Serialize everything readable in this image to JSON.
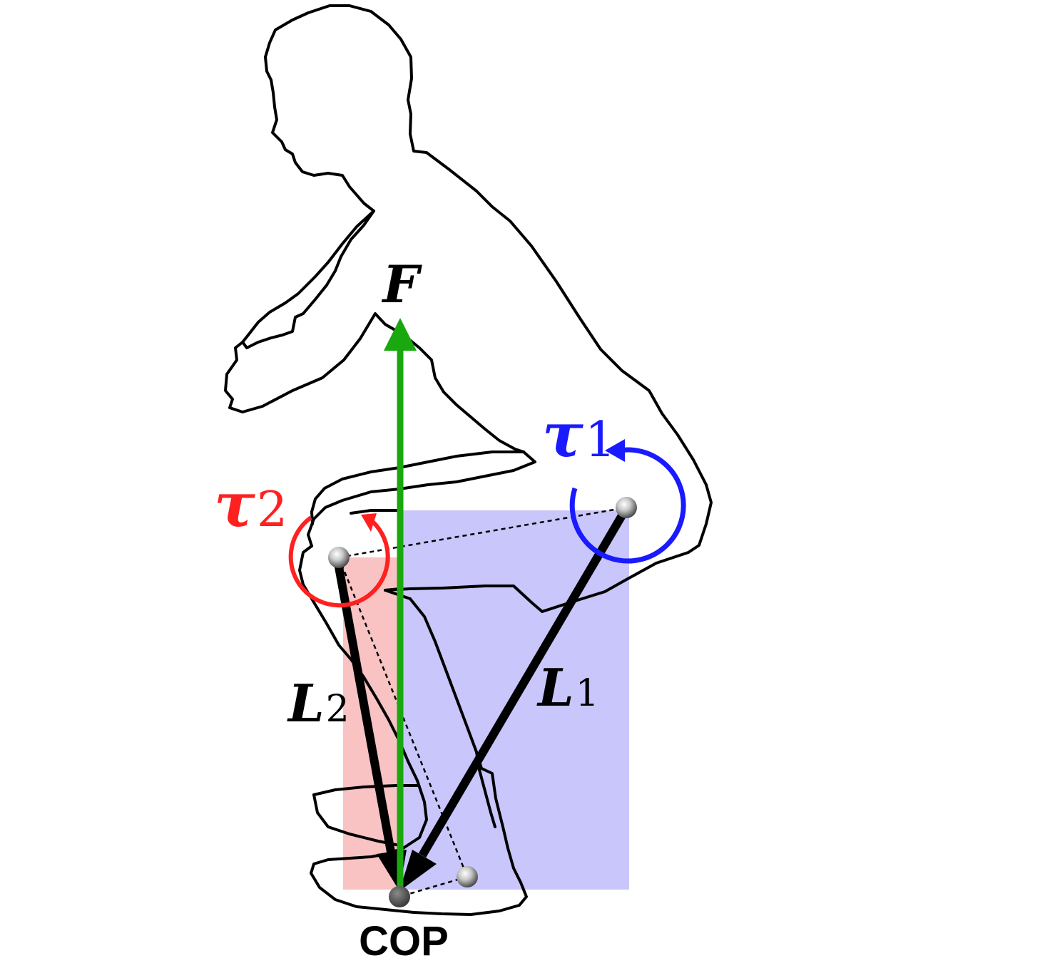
{
  "diagram": {
    "labels": {
      "force": "F",
      "tau1_symbol": "τ",
      "tau1_sub": "1",
      "tau2_symbol": "τ",
      "tau2_sub": "2",
      "L1_symbol": "L",
      "L1_sub": "1",
      "L2_symbol": "L",
      "L2_sub": "2",
      "cop": "COP"
    },
    "colors": {
      "force_arrow": "#1aa80f",
      "tau1": "#1a1aff",
      "tau2": "#ff2020",
      "region_blue": "#c9c6fb",
      "region_red": "#f9c3c3",
      "outline": "#000000",
      "cop_point": "#555555"
    }
  }
}
